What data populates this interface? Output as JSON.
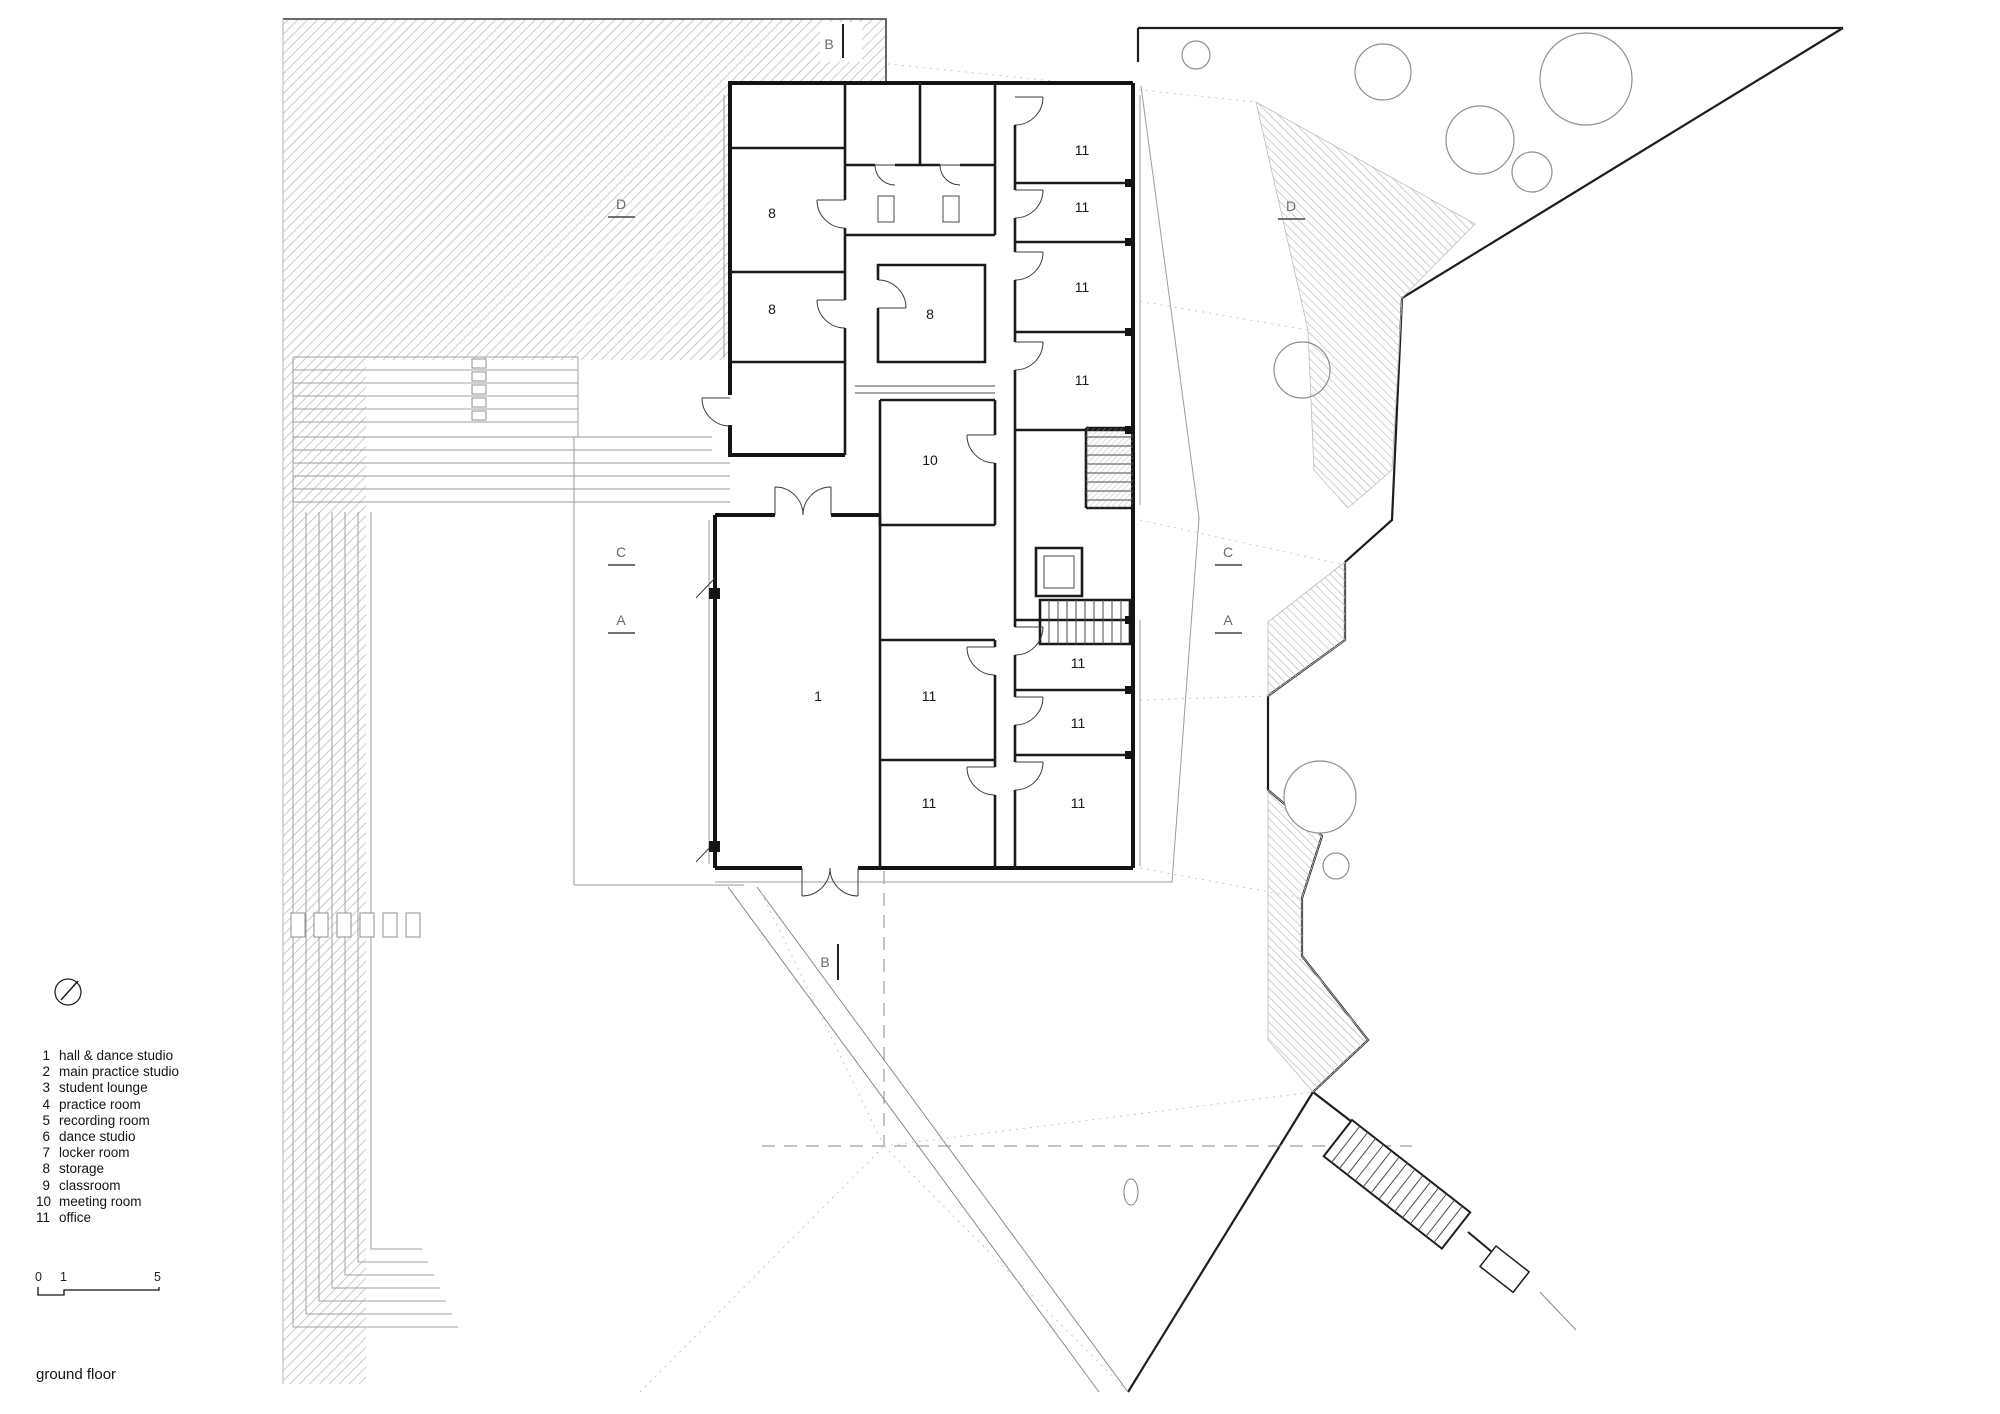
{
  "title": "ground floor",
  "colors": {
    "wall": "#141414",
    "boundary": "#1d1d1d",
    "light_line": "#9c9c9c",
    "hatch": "#c9c9c9",
    "background": "#ffffff"
  },
  "section_markers": {
    "b_top": "B",
    "d_left": "D",
    "d_right": "D",
    "c_left": "C",
    "c_right": "C",
    "a_left": "A",
    "a_right": "A",
    "b_bottom": "B"
  },
  "rooms": [
    {
      "id": "storage-a",
      "label": "8"
    },
    {
      "id": "storage-b",
      "label": "8"
    },
    {
      "id": "storage-c",
      "label": "8"
    },
    {
      "id": "meeting-room",
      "label": "10"
    },
    {
      "id": "office-1",
      "label": "11"
    },
    {
      "id": "office-2",
      "label": "11"
    },
    {
      "id": "office-3",
      "label": "11"
    },
    {
      "id": "office-4",
      "label": "11"
    },
    {
      "id": "hall-dance-studio",
      "label": "1"
    },
    {
      "id": "office-5",
      "label": "11"
    },
    {
      "id": "office-6",
      "label": "11"
    },
    {
      "id": "office-7",
      "label": "11"
    },
    {
      "id": "office-8",
      "label": "11"
    },
    {
      "id": "office-9",
      "label": "11"
    }
  ],
  "legend": {
    "items": [
      {
        "num": "1",
        "label": "hall & dance studio"
      },
      {
        "num": "2",
        "label": "main practice studio"
      },
      {
        "num": "3",
        "label": "student lounge"
      },
      {
        "num": "4",
        "label": "practice room"
      },
      {
        "num": "5",
        "label": "recording room"
      },
      {
        "num": "6",
        "label": "dance studio"
      },
      {
        "num": "7",
        "label": "locker room"
      },
      {
        "num": "8",
        "label": "storage"
      },
      {
        "num": "9",
        "label": "classroom"
      },
      {
        "num": "10",
        "label": "meeting room"
      },
      {
        "num": "11",
        "label": "office"
      }
    ]
  },
  "scale_bar": {
    "tick_0": "0",
    "tick_1": "1",
    "tick_5": "5"
  }
}
